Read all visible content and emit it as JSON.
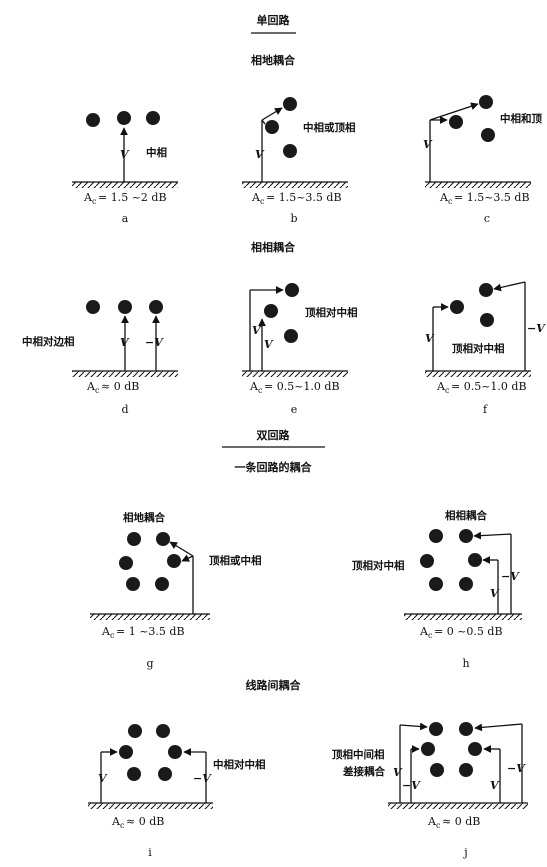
{
  "sections": {
    "single": "单回路",
    "phase_ground": "相地耦合",
    "phase_phase": "相相耦合",
    "double": "双回路",
    "one_circuit": "一条回路的耦合",
    "between_circuits": "线路间耦合"
  },
  "v": {
    "pos": "V",
    "neg": "−V"
  },
  "panels": {
    "a": {
      "label": "中相",
      "ac": "= 1.5 ~2 dB",
      "caption": "a"
    },
    "b": {
      "label": "中相或顶相",
      "ac": "= 1.5~3.5 dB",
      "caption": "b"
    },
    "c": {
      "label": "中相和顶",
      "ac": "= 1.5~3.5 dB",
      "caption": "c"
    },
    "d": {
      "label": "中相对边相",
      "ac": "≈ 0 dB",
      "caption": "d"
    },
    "e": {
      "label": "顶相对中相",
      "ac": "= 0.5~1.0 dB",
      "caption": "e"
    },
    "f": {
      "label": "顶相对中相",
      "ac": "= 0.5~1.0 dB",
      "caption": "f"
    },
    "g": {
      "title": "相地耦合",
      "label": "顶相或中相",
      "ac": "= 1 ~3.5 dB",
      "caption": "g"
    },
    "h": {
      "title": "相相耦合",
      "label": "顶相对中相",
      "ac": "= 0 ~0.5 dB",
      "caption": "h"
    },
    "i": {
      "label": "中相对中相",
      "ac": "≈ 0 dB",
      "caption": "i"
    },
    "j": {
      "label_line1": "顶相中间相",
      "label_line2": "差接耦合",
      "ac": "≈ 0 dB",
      "caption": "j"
    }
  }
}
